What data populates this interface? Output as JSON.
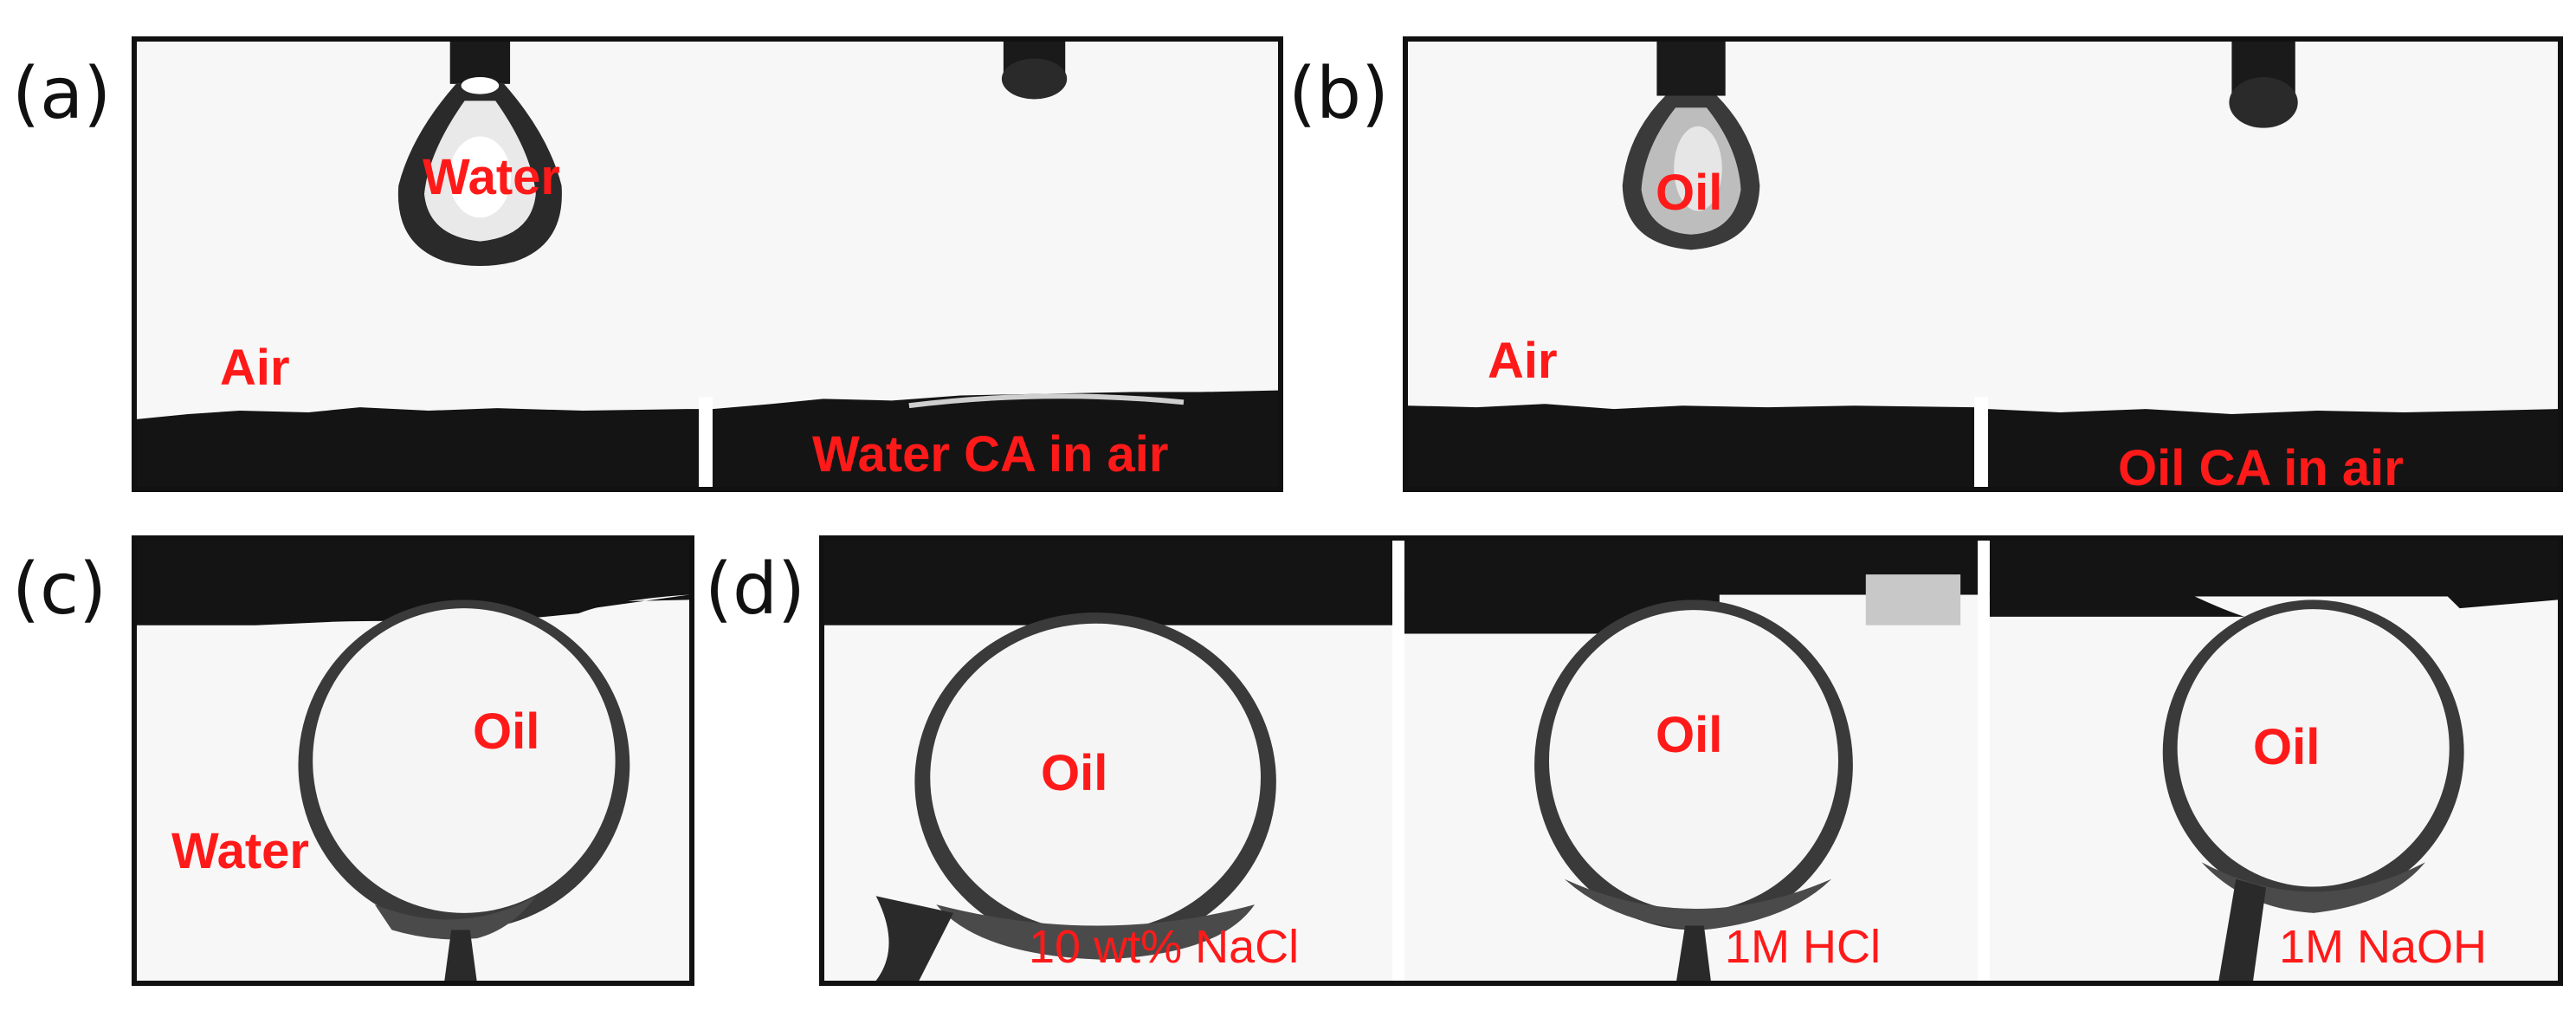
{
  "panels": {
    "a": {
      "letter": "(a)",
      "drop": "Water",
      "medium": "Air",
      "caption": "Water CA in air"
    },
    "b": {
      "letter": "(b)",
      "drop": "Oil",
      "medium": "Air",
      "caption": "Oil CA in air"
    },
    "c": {
      "letter": "(c)",
      "drop": "Oil",
      "medium": "Water"
    },
    "d": {
      "letter": "(d)",
      "items": [
        {
          "drop": "Oil",
          "caption": "10 wt% NaCl"
        },
        {
          "drop": "Oil",
          "caption": "1M HCl"
        },
        {
          "drop": "Oil",
          "caption": "1M NaOH"
        }
      ]
    }
  },
  "colors": {
    "label": "#ff1a1a",
    "frame": "#111111",
    "surface": "#141414"
  }
}
